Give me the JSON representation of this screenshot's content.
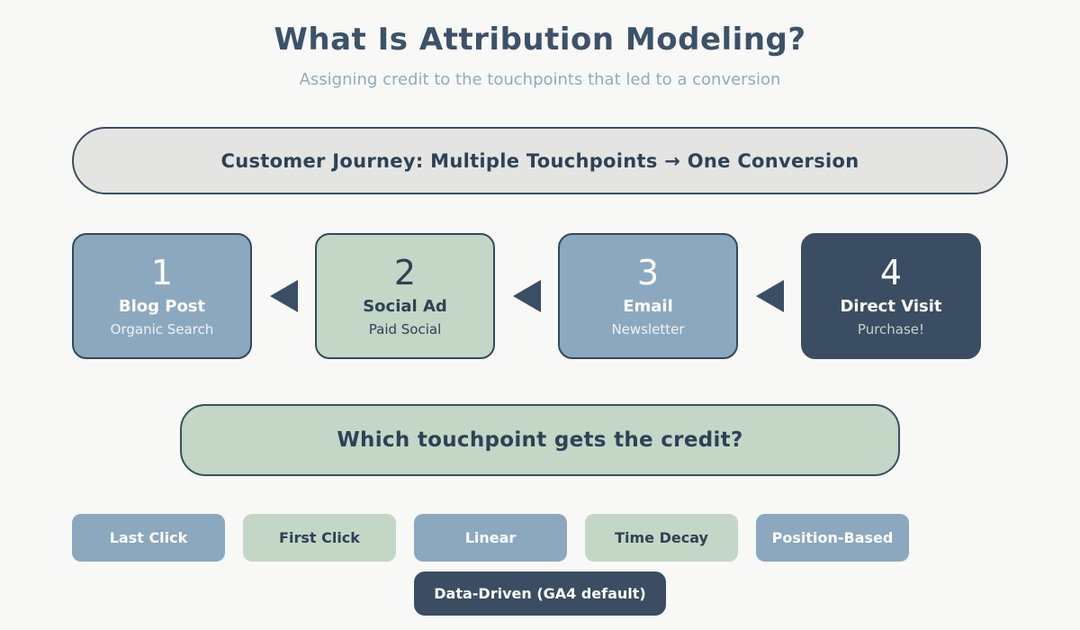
{
  "page": {
    "title": "What Is Attribution Modeling?",
    "subtitle": "Assigning credit to the touchpoints that led to a conversion"
  },
  "journey": {
    "banner": "Customer Journey: Multiple Touchpoints → One Conversion",
    "touchpoints": [
      {
        "number": "1",
        "name": "Blog Post",
        "detail": "Organic Search",
        "theme": "blue"
      },
      {
        "number": "2",
        "name": "Social Ad",
        "detail": "Paid Social",
        "theme": "green"
      },
      {
        "number": "3",
        "name": "Email",
        "detail": "Newsletter",
        "theme": "blue"
      },
      {
        "number": "4",
        "name": "Direct Visit",
        "detail": "Purchase!",
        "theme": "dark"
      }
    ],
    "flow_direction": "right-to-left arrows between touchpoints"
  },
  "question": "Which touchpoint gets the credit?",
  "models": {
    "buttons": [
      {
        "label": "Last Click",
        "theme": "blue"
      },
      {
        "label": "First Click",
        "theme": "green"
      },
      {
        "label": "Linear",
        "theme": "blue"
      },
      {
        "label": "Time Decay",
        "theme": "green"
      },
      {
        "label": "Position-Based",
        "theme": "blue"
      }
    ],
    "default_button": "Data-Driven (GA4 default)"
  },
  "colors": {
    "background": "#f8f8f6",
    "title_text": "#3c5268",
    "subtitle_text": "#92abc1",
    "banner_fill": "#e4e4e2",
    "accent_blue": "#8ca8bf",
    "accent_green": "#c4d6c6",
    "accent_dark": "#3a4d62",
    "outline_dark": "#3a4f63"
  }
}
